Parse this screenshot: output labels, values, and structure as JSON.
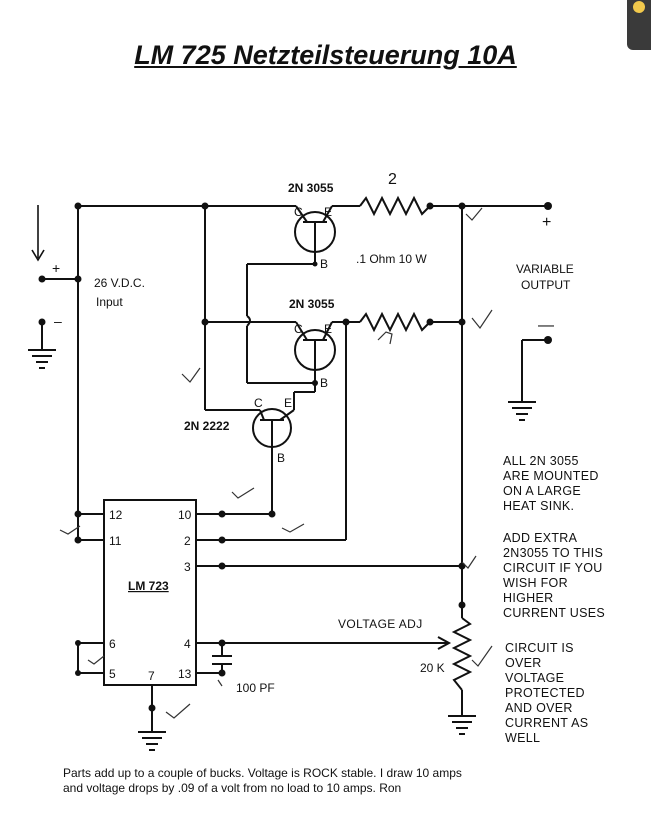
{
  "title": "LM 725 Netzteilsteuerung 10A",
  "transistors": {
    "q1": "2N 3055",
    "q2": "2N 3055",
    "q3": "2N 2222",
    "pin_c": "C",
    "pin_e": "E",
    "pin_b": "B"
  },
  "resistors": {
    "r1_mark": "2",
    "r2_mark": "1",
    "spec": ".1 Ohm 10 W",
    "pot_label": "20 K"
  },
  "input": {
    "plus": "+",
    "minus": "–",
    "line1": "26 V.D.C.",
    "line2": "Input"
  },
  "output": {
    "plus": "+",
    "minus": "—",
    "line1": "VARIABLE",
    "line2": "OUTPUT"
  },
  "ic": {
    "name": "LM 723",
    "pins": [
      "12",
      "11",
      "6",
      "5",
      "7",
      "10",
      "2",
      "3",
      "4",
      "13"
    ]
  },
  "capacitor": "100 PF",
  "voltage_adj": "VOLTAGE ADJ",
  "notes": {
    "heatsink": [
      "ALL 2N 3055",
      "ARE MOUNTED",
      "ON A LARGE",
      "HEAT SINK."
    ],
    "extra": [
      "ADD EXTRA",
      "2N3055 TO THIS",
      "CIRCUIT IF YOU",
      "WISH FOR",
      "HIGHER",
      "CURRENT USES"
    ],
    "protection": [
      "CIRCUIT IS",
      "OVER",
      "VOLTAGE",
      "PROTECTED",
      "AND OVER",
      "CURRENT AS",
      "WELL"
    ]
  },
  "footer": [
    "Parts add up to a couple of bucks. Voltage is ROCK stable. I draw 10 amps",
    "and voltage drops by .09 of a volt from no load to 10 amps. Ron"
  ]
}
